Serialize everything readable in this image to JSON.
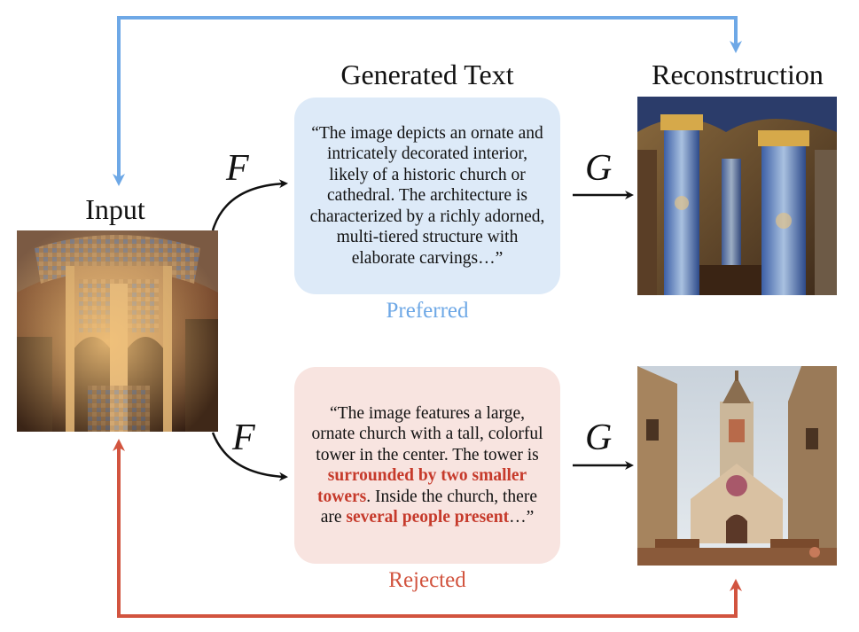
{
  "headings": {
    "input": "Input",
    "generated_text": "Generated Text",
    "reconstruction": "Reconstruction"
  },
  "functions": {
    "captioner": "F",
    "generator": "G"
  },
  "preferred": {
    "label": "Preferred",
    "text": "“The image depicts an ornate and intricately decorated interior, likely of a historic church or cathedral. The architecture is characterized by a richly adorned, multi-tiered structure with elaborate carvings…”"
  },
  "rejected": {
    "label": "Rejected",
    "part1": "“The image features a large, ornate church with a tall, colorful tower in the center. The tower is ",
    "highlight1": "surrounded by two smaller towers",
    "part2": ". Inside the church, there are ",
    "highlight2": "several people present",
    "part3": "…”"
  },
  "colors": {
    "preferred_accent": "#6ea8e6",
    "rejected_accent": "#d2543f",
    "preferred_box": "#ddeaf8",
    "rejected_box": "#f8e4e0"
  }
}
